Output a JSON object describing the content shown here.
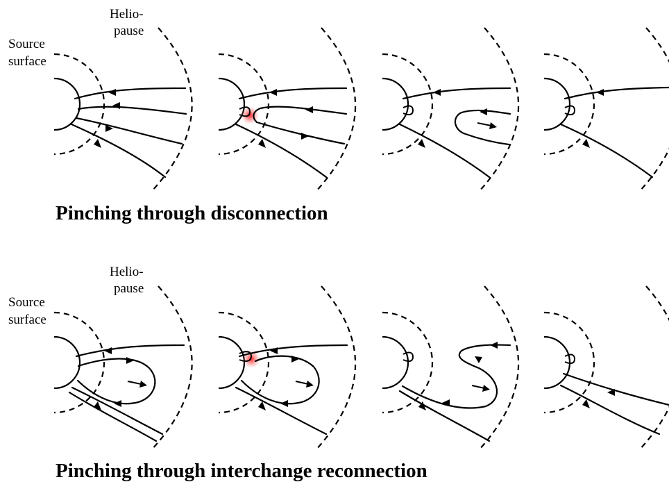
{
  "labels": {
    "source_surface_line1": "Source",
    "source_surface_line2": "surface",
    "heliopause_line1": "Helio-",
    "heliopause_line2": "pause"
  },
  "titles": {
    "top": "Pinching through disconnection",
    "bottom": "Pinching through interchange reconnection"
  },
  "colors": {
    "reconnection_glow": "#ff2020"
  }
}
